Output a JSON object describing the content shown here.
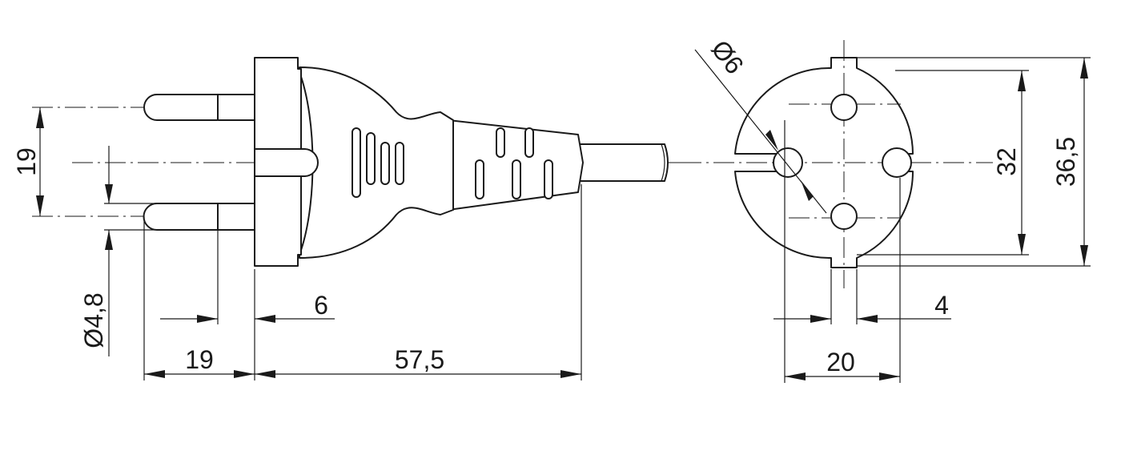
{
  "side_view": {
    "pin_spacing": "19",
    "pin_diameter": "Ø4,8",
    "pin_length": "19",
    "flange_thickness": "6",
    "body_length": "57,5"
  },
  "front_view": {
    "hole_diameter": "Ø6",
    "hole_spacing_vertical": "32",
    "overall_height": "36,5",
    "notch_width": "4",
    "hole_spacing_horizontal": "20"
  },
  "colors": {
    "line": "#1a1a1a",
    "background": "#ffffff"
  }
}
